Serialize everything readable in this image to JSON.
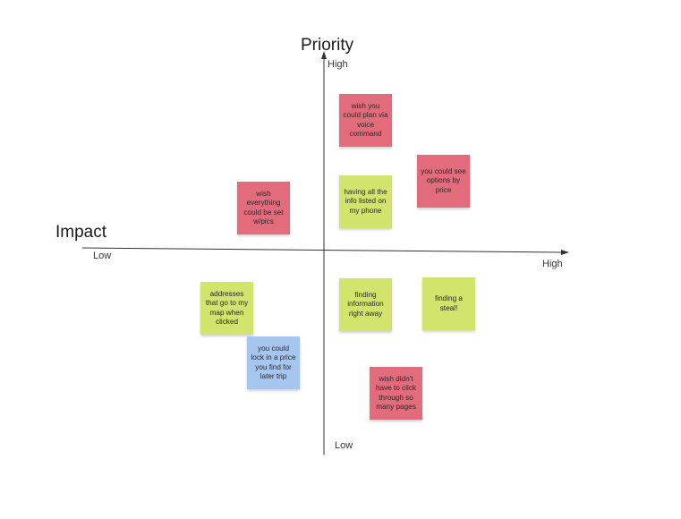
{
  "canvas": {
    "y_axis": {
      "title": "Priority",
      "high_label": "High",
      "low_label": "Low"
    },
    "x_axis": {
      "title": "Impact",
      "low_label": "Low",
      "high_label": "High"
    }
  },
  "colors": {
    "red_note": "#e26c7c",
    "green_note": "#d2e46c",
    "blue_note": "#a6c6f0",
    "axis": "#333333"
  },
  "notes": [
    {
      "id": "plan-via-voice",
      "text": "wish you could plan via voice command",
      "color": "red_note",
      "quadrant": "high-impact-high-priority"
    },
    {
      "id": "options-by-price",
      "text": "you could see options by price",
      "color": "red_note",
      "quadrant": "high-impact-high-priority"
    },
    {
      "id": "info-on-phone",
      "text": "having all the info listed on my phone",
      "color": "green_note",
      "quadrant": "high-impact-high-priority"
    },
    {
      "id": "set-with-pics",
      "text": "wish everything could be set w/pics",
      "color": "red_note",
      "quadrant": "low-impact-high-priority"
    },
    {
      "id": "addresses-to-map",
      "text": "addresses that go to my map when clicked",
      "color": "green_note",
      "quadrant": "low-impact-low-priority"
    },
    {
      "id": "lock-in-price",
      "text": "you could lock in a price you find for later trip",
      "color": "blue_note",
      "quadrant": "low-impact-low-priority"
    },
    {
      "id": "finding-info-right-away",
      "text": "finding information right away",
      "color": "green_note",
      "quadrant": "high-impact-low-priority"
    },
    {
      "id": "finding-a-steal",
      "text": "finding a steal!",
      "color": "green_note",
      "quadrant": "high-impact-low-priority"
    },
    {
      "id": "too-many-pages",
      "text": "wish didn't have to click through so many pages",
      "color": "red_note",
      "quadrant": "high-impact-low-priority"
    }
  ]
}
